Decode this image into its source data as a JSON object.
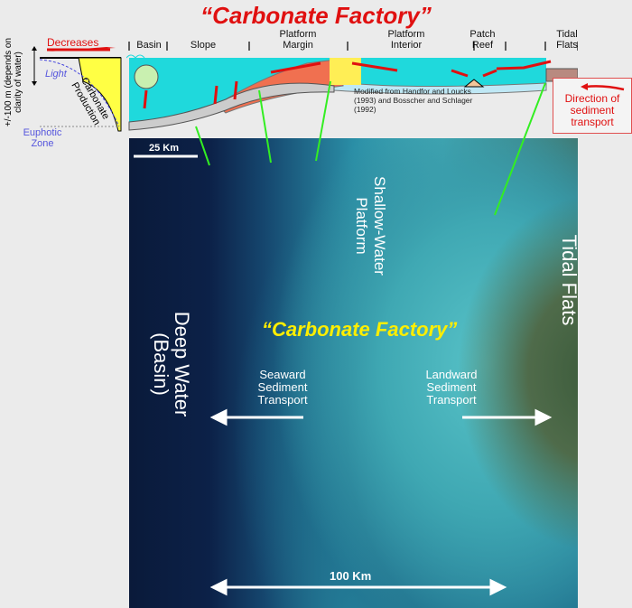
{
  "title": "“Carbonate Factory”",
  "light_diagram": {
    "decreases": "Decreases",
    "depth": "+/-100 m (depends on clarity of water)",
    "light": "Light",
    "carbonate_production": "Carbonate Production",
    "euphotic_zone": "Euphotic Zone"
  },
  "zones": [
    "Basin",
    "Slope",
    "Platform Margin",
    "Platform Interior",
    "Patch Reef",
    "Tidal Flats"
  ],
  "credit": "Modified from Handfor and Loucks (1993) and Bosscher and Schlager (1992)",
  "legend": {
    "direction": "Direction of sediment transport"
  },
  "image": {
    "scale_bar": "25 Km",
    "shallow_water": "Shallow-Water Platform",
    "tidal_flats": "Tidal Flats",
    "deep_water": "Deep Water (Basin)",
    "factory": "“Carbonate Factory”",
    "seaward": "Seaward Sediment Transport",
    "landward": "Landward Sediment Transport",
    "width": "100 Km"
  },
  "colors": {
    "title": "#e01010",
    "water": "#19d9dc",
    "arrows": "#e01010",
    "pointer": "#33ee22",
    "factory": "#ffee00"
  }
}
